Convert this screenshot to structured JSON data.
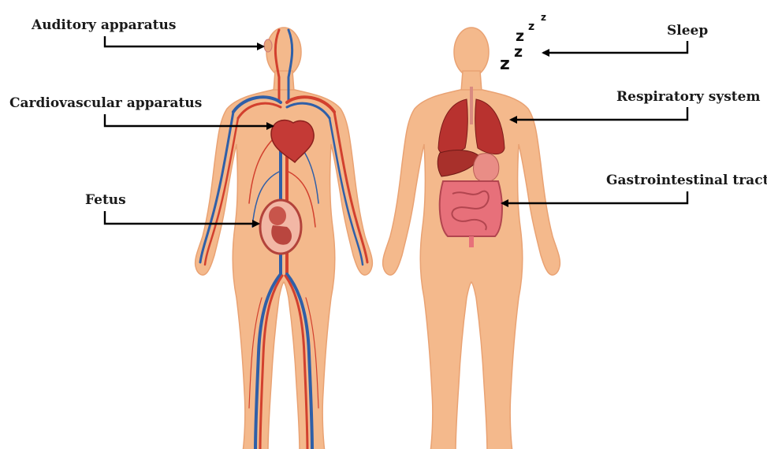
{
  "labels": {
    "auditory": "Auditory apparatus",
    "cardio": "Cardiovascular apparatus",
    "fetus": "Fetus",
    "sleep": "Sleep",
    "respiratory": "Respiratory system",
    "gastro": "Gastrointestinal tract"
  },
  "sleep_glyphs": [
    "z",
    "z",
    "z",
    "z",
    "z"
  ],
  "colors": {
    "skin": "#f4b98c",
    "skin_edge": "#e9a273",
    "artery": "#d2402e",
    "vein": "#2f5fa8",
    "organ": "#c43a36",
    "lungs": "#b8322f",
    "liver": "#a8302b",
    "stomach": "#e98d86",
    "intestine": "#e7707a",
    "arrow": "#000000"
  }
}
